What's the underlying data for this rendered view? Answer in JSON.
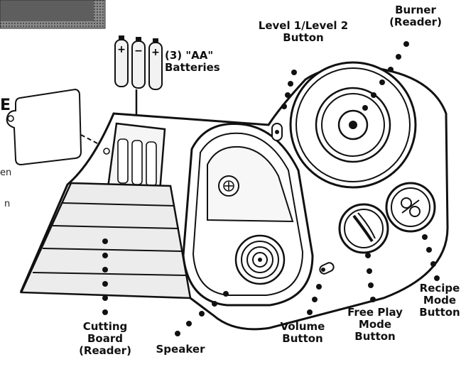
{
  "colors": {
    "ink": "#111111",
    "paper": "#ffffff",
    "photo": "#6b6b6b"
  },
  "labels": {
    "batteries": [
      "(3) \"AA\"",
      "Batteries"
    ],
    "level_button": [
      "Level 1/Level 2",
      "Button"
    ],
    "burner": [
      "Burner",
      "(Reader)"
    ],
    "recipe_mode": [
      "Recipe",
      "Mode",
      "Button"
    ],
    "free_play_mode": [
      "Free Play",
      "Mode",
      "Button"
    ],
    "volume": [
      "Volume",
      "Button"
    ],
    "speaker": [
      "Speaker"
    ],
    "cutting_board": [
      "Cutting",
      "Board",
      "(Reader)"
    ]
  },
  "cropped_margin_text": {
    "heading_letter": "E",
    "line1": "en",
    "line2": "n"
  },
  "battery_signs": [
    "+",
    "−",
    "+"
  ],
  "icons": [
    "speaker-grille-icon",
    "burner-icon",
    "recipe-icon",
    "free-play-icon",
    "knob-icon",
    "screw-icon"
  ]
}
